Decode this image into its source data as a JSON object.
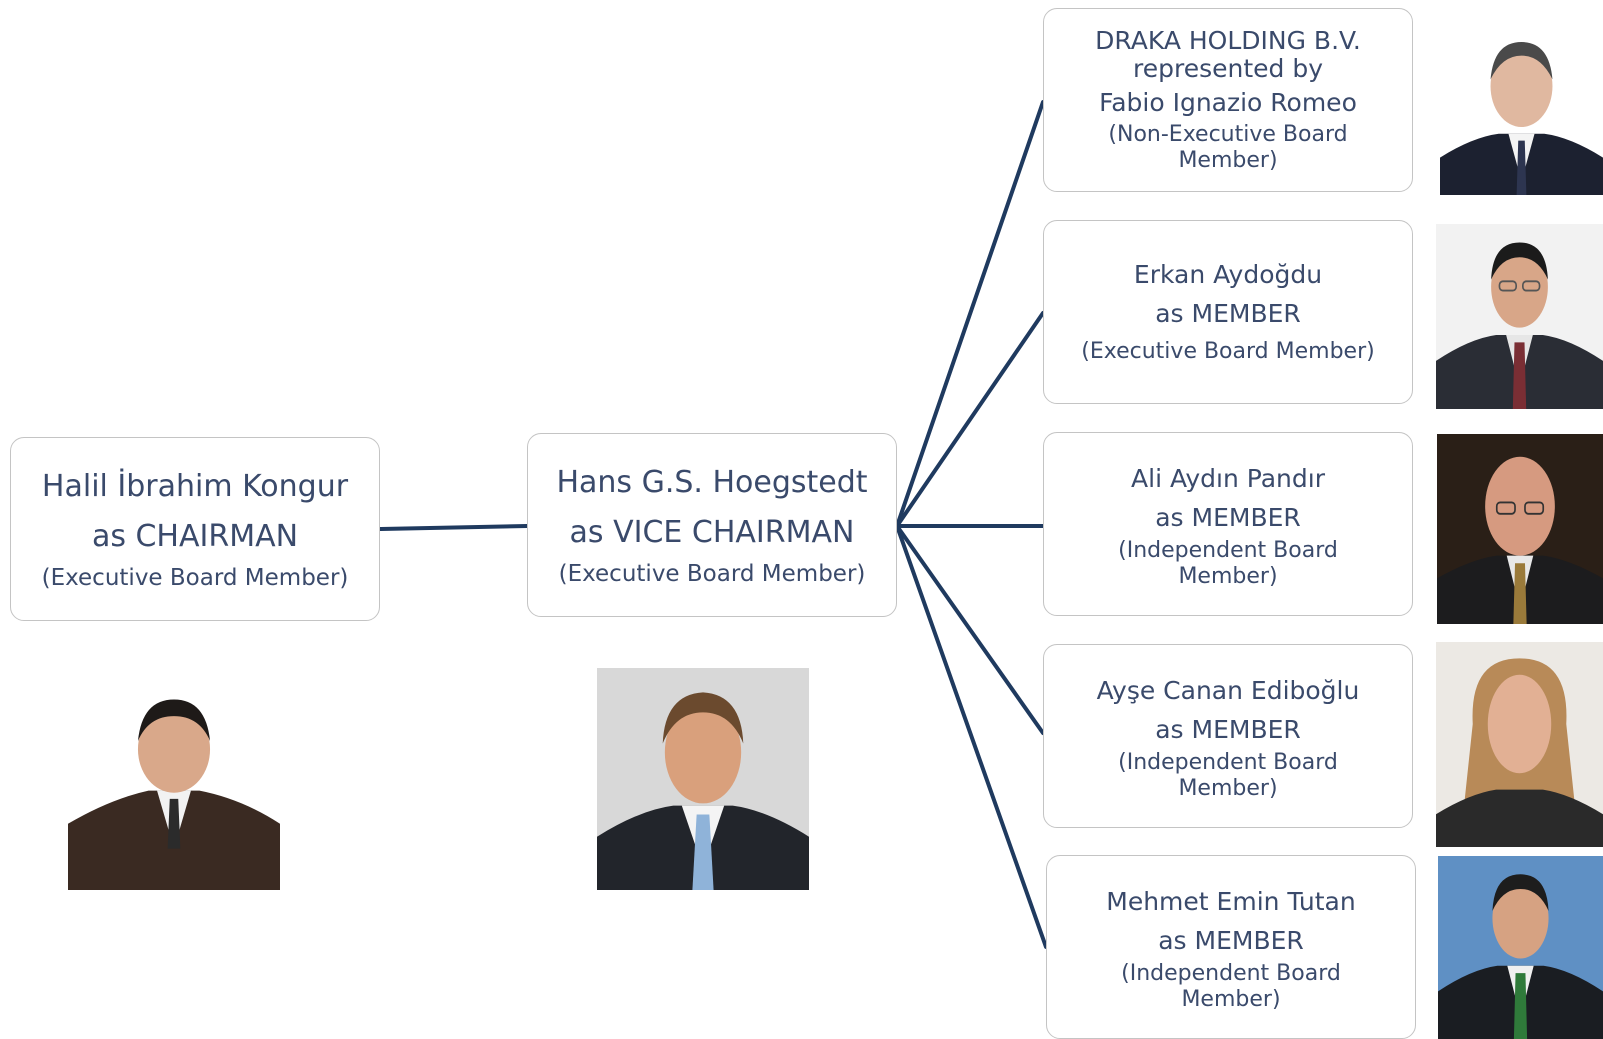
{
  "chairman": {
    "name": "Halil İbrahim Kongur",
    "role": "as CHAIRMAN",
    "type": "(Executive Board Member)"
  },
  "vice_chairman": {
    "name": "Hans G.S. Hoegstedt",
    "role": "as  VICE CHAIRMAN",
    "type": "(Executive Board Member)"
  },
  "members": [
    {
      "line1": "DRAKA HOLDING B.V.",
      "line2": "represented by",
      "name": "Fabio Ignazio Romeo",
      "type_line1": "(Non-Executive Board",
      "type_line2": "Member)"
    },
    {
      "name": "Erkan Aydoğdu",
      "role": "as MEMBER",
      "type": "(Executive Board Member)"
    },
    {
      "name": "Ali Aydın Pandır",
      "role": "as MEMBER",
      "type_line1": "(Independent Board",
      "type_line2": "Member)"
    },
    {
      "name": "Ayşe Canan Ediboğlu",
      "role": "as MEMBER",
      "type_line1": "(Independent Board",
      "type_line2": "Member)"
    },
    {
      "name": "Mehmet Emin Tutan",
      "role": "as MEMBER",
      "type_line1": "(Independent Board",
      "type_line2": "Member)"
    }
  ],
  "colors": {
    "connector": "#1f3a5f",
    "text": "#3a4a6b",
    "box_border": "#c4c4c4"
  }
}
